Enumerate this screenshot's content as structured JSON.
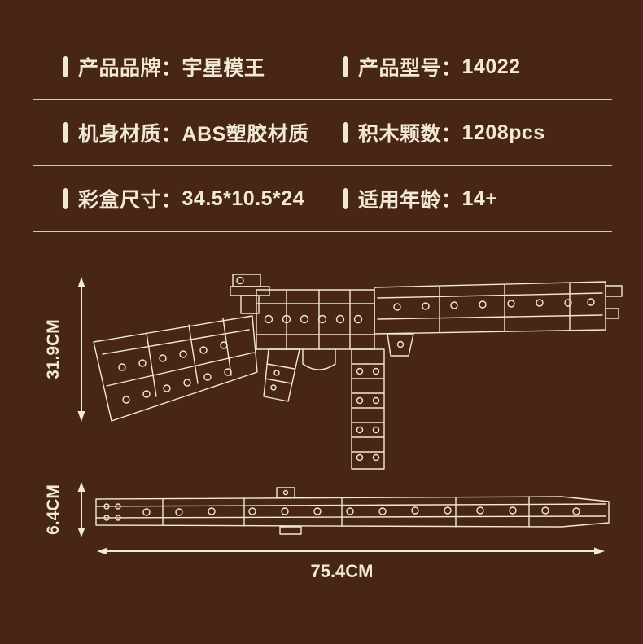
{
  "colors": {
    "background": "#472616",
    "foreground": "#F2E9D4"
  },
  "spec": {
    "rows": [
      {
        "left": {
          "label": "产品品牌：",
          "value": "宇星模王"
        },
        "right": {
          "label": "产品型号：",
          "value": "14022"
        }
      },
      {
        "left": {
          "label": "机身材质：",
          "value": "ABS塑胶材质"
        },
        "right": {
          "label": "积木颗数：",
          "value": "1208pcs"
        }
      },
      {
        "left": {
          "label": "彩盒尺寸：",
          "value": "34.5*10.5*24"
        },
        "right": {
          "label": "适用年龄：",
          "value": "14+"
        }
      }
    ]
  },
  "dimensions": {
    "side_view_height": "31.9CM",
    "top_view_height": "6.4CM",
    "overall_length": "75.4CM"
  }
}
